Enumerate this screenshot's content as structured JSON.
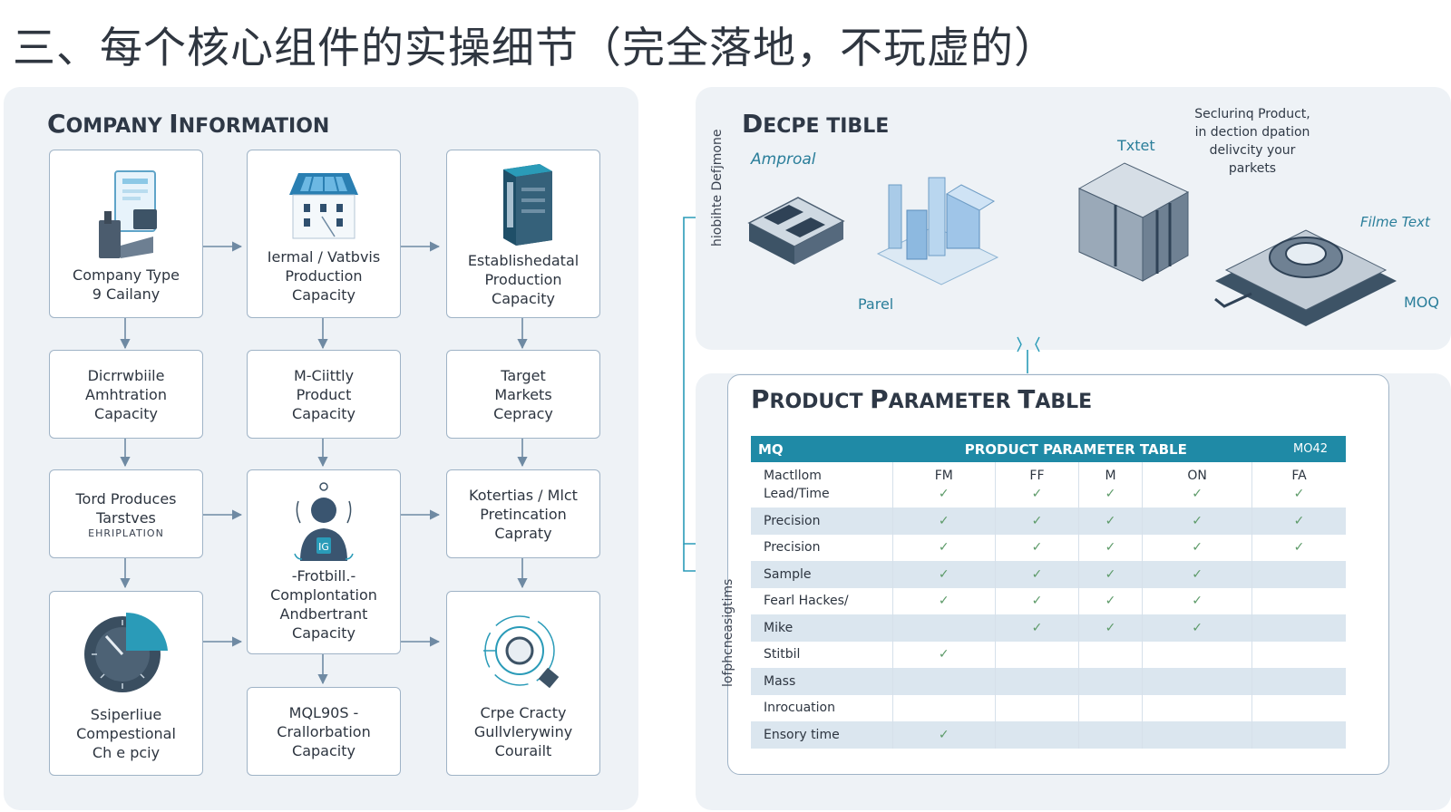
{
  "page_title": "三、每个核心组件的实操细节（完全落地，不玩虚的）",
  "left": {
    "title_parts": [
      "C",
      "OMPANY ",
      "I",
      "NFORMATION"
    ],
    "cards": [
      {
        "id": "company-type",
        "lines": [
          "Company Type",
          "9 Cailany"
        ],
        "icon": "document-box-icon"
      },
      {
        "id": "production-capacity-a",
        "lines": [
          "Iermal / Vatbvis",
          "Production",
          "Capacity"
        ],
        "icon": "factory-building-icon"
      },
      {
        "id": "production-capacity-b",
        "lines": [
          "Establishedatal",
          "Production",
          "Capacity"
        ],
        "icon": "server-rack-icon"
      },
      {
        "id": "amhtration-capacity",
        "lines": [
          "Dicrrwbiile",
          "Amhtration",
          "Capacity"
        ]
      },
      {
        "id": "product-capacity",
        "lines": [
          "M-Ciittly",
          "Product",
          "Capacity"
        ]
      },
      {
        "id": "target-markets",
        "lines": [
          "Target",
          "Markets",
          "Cepracy"
        ]
      },
      {
        "id": "tord-produces",
        "lines": [
          "Tord Produces",
          "Tarstves"
        ],
        "sub": "EHRIPLATION"
      },
      {
        "id": "protobil-capacity",
        "lines": [
          "-Frotbill.-",
          "Complontation",
          "Andbertrant",
          "Capacity"
        ],
        "icon": "operator-person-icon"
      },
      {
        "id": "pretincation-capraty",
        "lines": [
          "Kotertias / Mlct",
          "Pretincation",
          "Capraty"
        ]
      },
      {
        "id": "compestional-capacity",
        "lines": [
          "Ssiperliue",
          "Compestional",
          "Ch e pciy"
        ],
        "icon": "dial-gauge-icon"
      },
      {
        "id": "crallorbation-capacity",
        "lines": [
          "MQL90S -",
          "Crallorbation",
          "Capacity"
        ]
      },
      {
        "id": "gullvlery-courait",
        "lines": [
          "Crpe Cracty",
          "Gullvlerywiny",
          "Courailt"
        ],
        "icon": "target-lens-icon"
      }
    ]
  },
  "right_top": {
    "title_parts": [
      "D",
      "ECPE TIBLE"
    ],
    "vertical_label": "hiobihte Defjmone",
    "label_amproal": "Amproal",
    "label_parel": "Parel",
    "label_txtet": "Txtet",
    "label_filme": "Filme Text",
    "label_moq": "MOQ",
    "note_lines": [
      "Seclurinq Product,",
      "in dection dpation",
      "delivcity your",
      "parkets"
    ]
  },
  "right_bottom": {
    "title_parts": [
      "P",
      "RODUCT ",
      "P",
      "ARAMETER ",
      "T",
      "ABLE"
    ],
    "vertical_label": "lofphcneasigtims",
    "table": {
      "header": [
        "MQ",
        "PRODUCT PARAMETER TABLE",
        "MO42"
      ],
      "columns": [
        "FM",
        "FF",
        "M",
        "ON",
        "FA"
      ],
      "rows": [
        {
          "label": [
            "Mactllom",
            "Lead/Time"
          ],
          "cells": [
            "",
            "",
            "",
            "",
            ""
          ],
          "cells2": [
            "✓",
            "✓",
            "✓",
            "✓",
            "✓"
          ]
        },
        {
          "label": [
            "Precision"
          ],
          "cells": [
            "✓",
            "✓",
            "✓",
            "✓",
            "✓"
          ]
        },
        {
          "label": [
            "Precision"
          ],
          "cells": [
            "✓",
            "✓",
            "✓",
            "✓",
            "✓"
          ]
        },
        {
          "label": [
            "Sample"
          ],
          "cells": [
            "✓",
            "✓",
            "✓",
            "✓",
            ""
          ]
        },
        {
          "label": [
            "Fearl Hackes/"
          ],
          "cells": [
            "✓",
            "✓",
            "✓",
            "✓",
            ""
          ]
        },
        {
          "label": [
            "Mike"
          ],
          "cells": [
            "",
            "✓",
            "✓",
            "✓",
            ""
          ]
        },
        {
          "label": [
            "Stitbil"
          ],
          "cells": [
            "✓",
            "",
            "",
            "",
            ""
          ]
        },
        {
          "label": [
            "Mass"
          ],
          "cells": [
            "",
            "",
            "",
            "",
            ""
          ]
        },
        {
          "label": [
            "Inrocuation"
          ],
          "cells": [
            "",
            "",
            "",
            "",
            ""
          ]
        },
        {
          "label": [
            "Ensory time"
          ],
          "cells": [
            "✓",
            "",
            "",
            "",
            ""
          ]
        }
      ]
    }
  },
  "colors": {
    "accent_teal": "#1f8aa6",
    "card_border": "#9fb3c6",
    "arrow": "#6f8aa3",
    "check": "#5c9a68",
    "panel_bg": "#eef2f6"
  }
}
